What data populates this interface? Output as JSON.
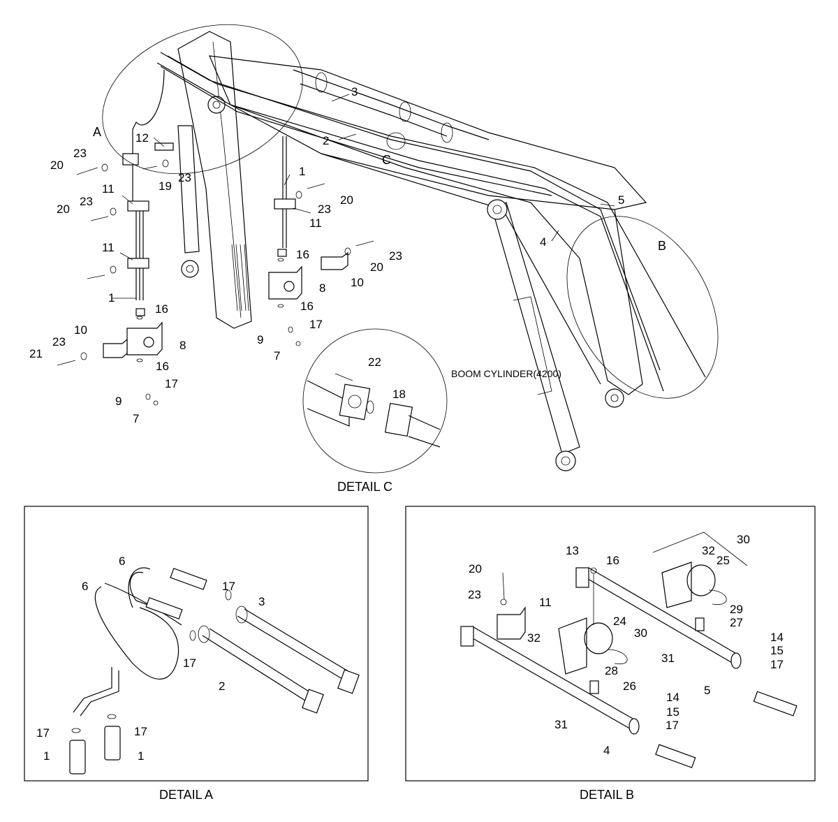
{
  "captions": {
    "detail_a": "DETAIL A",
    "detail_b": "DETAIL B",
    "detail_c": "DETAIL C",
    "boom_cylinder": "BOOM CYLINDER(4200)",
    "view_a": "A",
    "view_b": "B",
    "view_c": "C"
  },
  "callouts": {
    "main": [
      "3",
      "2",
      "1",
      "20",
      "23",
      "11",
      "16",
      "23",
      "20",
      "8",
      "10",
      "16",
      "9",
      "17",
      "7",
      "5",
      "4",
      "12",
      "23",
      "20",
      "19",
      "23",
      "11",
      "20",
      "23",
      "11",
      "1",
      "16",
      "8",
      "10",
      "21",
      "23",
      "16",
      "9",
      "17",
      "7"
    ],
    "detail_c": [
      "22",
      "18"
    ],
    "detail_a": [
      "6",
      "6",
      "17",
      "3",
      "17",
      "2",
      "17",
      "17",
      "1",
      "1"
    ],
    "detail_b": [
      "13",
      "16",
      "20",
      "23",
      "11",
      "32",
      "24",
      "30",
      "28",
      "26",
      "14",
      "15",
      "17",
      "4",
      "31",
      "14",
      "15",
      "17",
      "30",
      "32",
      "25",
      "29",
      "27",
      "31",
      "5"
    ]
  }
}
